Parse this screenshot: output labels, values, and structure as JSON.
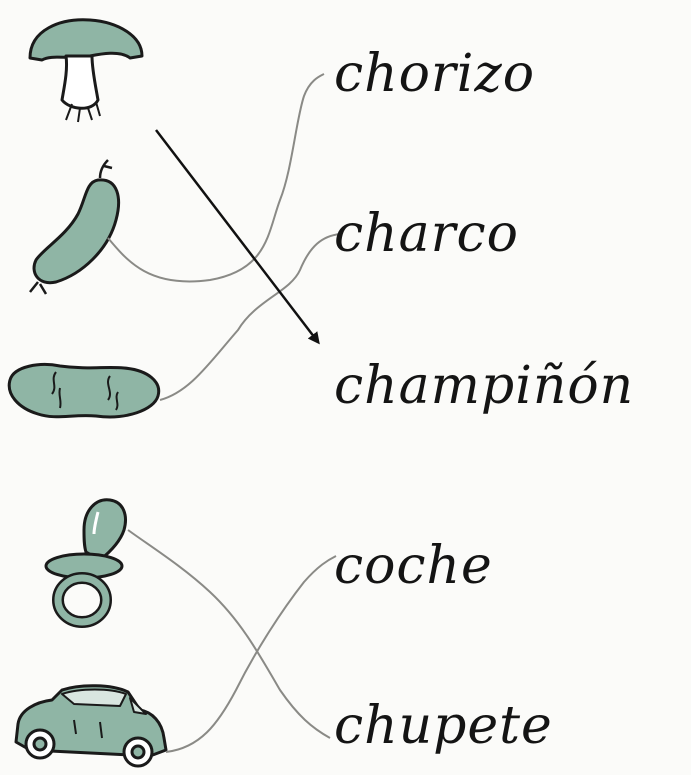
{
  "worksheet": {
    "words": [
      "chorizo",
      "charco",
      "champiñón",
      "coche",
      "chupete"
    ],
    "pictures": [
      "mushroom-icon",
      "sausage-icon",
      "puddle-icon",
      "pacifier-icon",
      "car-icon"
    ]
  },
  "colors": {
    "illustration_fill": "#8fb5a5",
    "outline": "#1a1a1a",
    "pencil_line": "#8a8a86",
    "arrow": "#111111",
    "paper": "#fbfbf9"
  }
}
